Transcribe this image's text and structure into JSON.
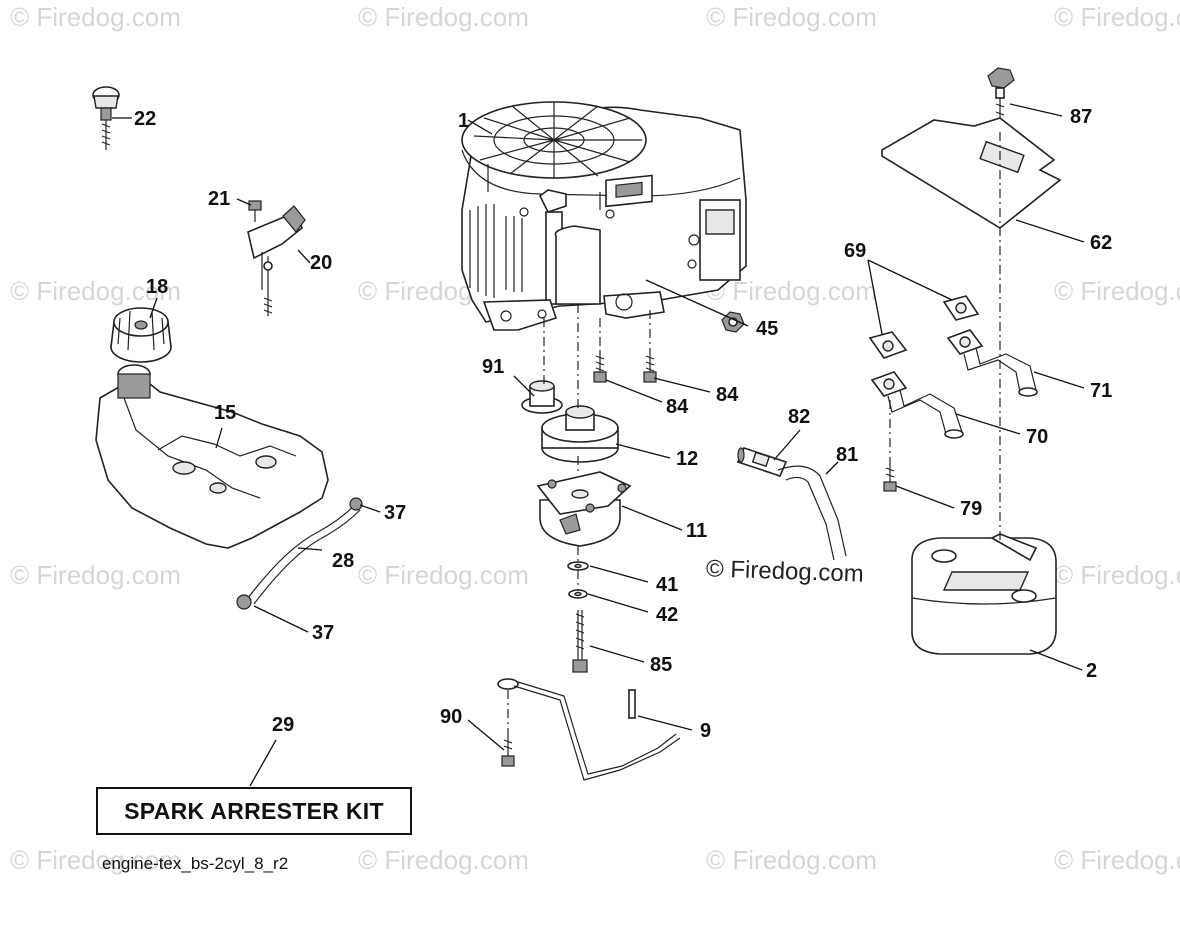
{
  "watermark": "© Firedog.com",
  "center_watermark": "© Firedog.com",
  "callouts": {
    "c1": "1",
    "c2": "2",
    "c9": "9",
    "c11": "11",
    "c12": "12",
    "c15": "15",
    "c18": "18",
    "c20": "20",
    "c21": "21",
    "c22": "22",
    "c28": "28",
    "c29": "29",
    "c37a": "37",
    "c37b": "37",
    "c41": "41",
    "c42": "42",
    "c45": "45",
    "c62": "62",
    "c69": "69",
    "c70": "70",
    "c71": "71",
    "c79": "79",
    "c81": "81",
    "c82": "82",
    "c84a": "84",
    "c84b": "84",
    "c85": "85",
    "c87": "87",
    "c90": "90",
    "c91": "91"
  },
  "kit_label": "SPARK ARRESTER KIT",
  "file_reference": "engine-tex_bs-2cyl_8_r2"
}
